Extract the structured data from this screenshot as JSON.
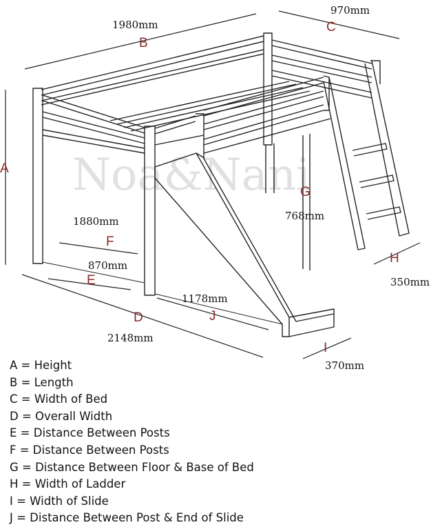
{
  "watermark": "Noa&Nani",
  "colors": {
    "letter": "#8b2a2a",
    "line": "#222222"
  },
  "dimensions": [
    {
      "letter": "A",
      "value": ""
    },
    {
      "letter": "B",
      "value": "1980mm"
    },
    {
      "letter": "C",
      "value": "970mm"
    },
    {
      "letter": "D",
      "value": "2148mm"
    },
    {
      "letter": "E",
      "value": "870mm"
    },
    {
      "letter": "F",
      "value": "1880mm"
    },
    {
      "letter": "G",
      "value": "768mm"
    },
    {
      "letter": "H",
      "value": "350mm"
    },
    {
      "letter": "I",
      "value": "370mm"
    },
    {
      "letter": "J",
      "value": "1178mm"
    }
  ],
  "legend": [
    "A = Height",
    "B = Length",
    "C = Width of Bed",
    "D = Overall Width",
    "E = Distance Between Posts",
    "F = Distance Between Posts",
    "G = Distance Between Floor & Base of Bed",
    "H = Width of Ladder",
    "I  = Width of Slide",
    "J = Distance Between Post & End of Slide"
  ]
}
